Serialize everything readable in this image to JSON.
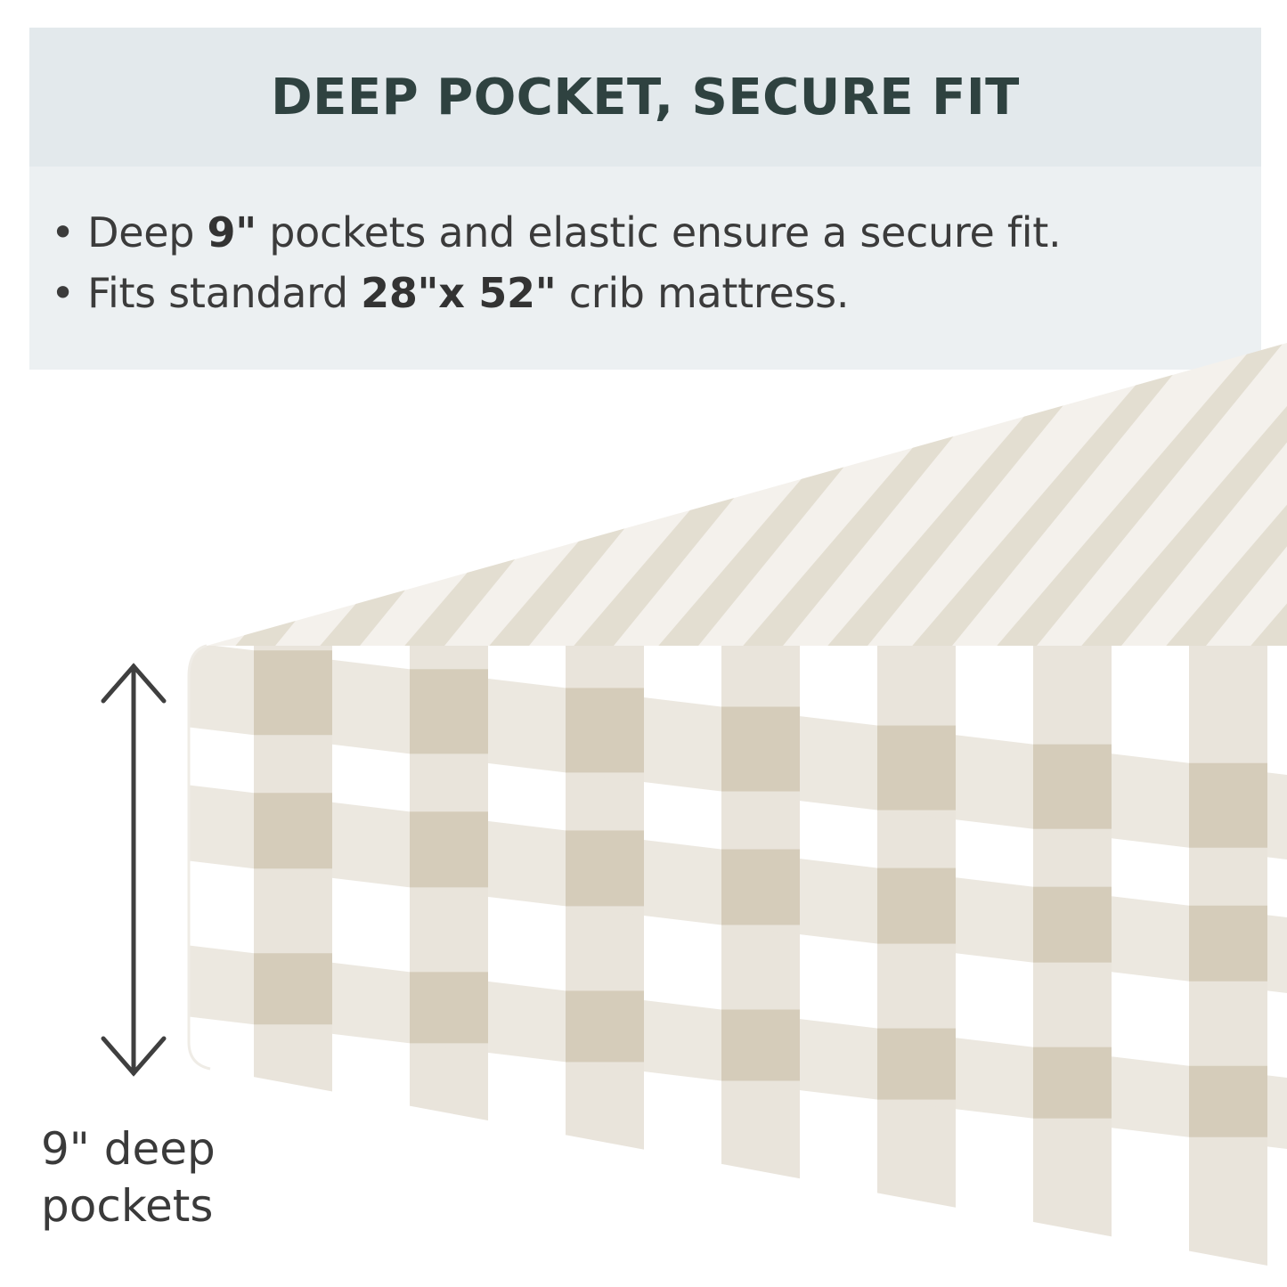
{
  "header": {
    "title": "DEEP POCKET, SECURE FIT"
  },
  "bullets": [
    {
      "prefix": "• Deep ",
      "bold": "9\"",
      "suffix": " pockets and elastic ensure a secure fit."
    },
    {
      "prefix": "• Fits standard ",
      "bold": "28\"x 52\"",
      "suffix": " crib mattress."
    }
  ],
  "caption": {
    "line1": "9\" deep",
    "line2": "pockets"
  },
  "icons": {
    "arrow": "double-headed-vertical-arrow-icon"
  },
  "colors": {
    "header_bg": "#e3e9ec",
    "header_text": "#2f4240",
    "panel_bg": "#ecf0f2",
    "gingham_dark": "#d5ccba",
    "gingham_light": "#e9e4db"
  }
}
